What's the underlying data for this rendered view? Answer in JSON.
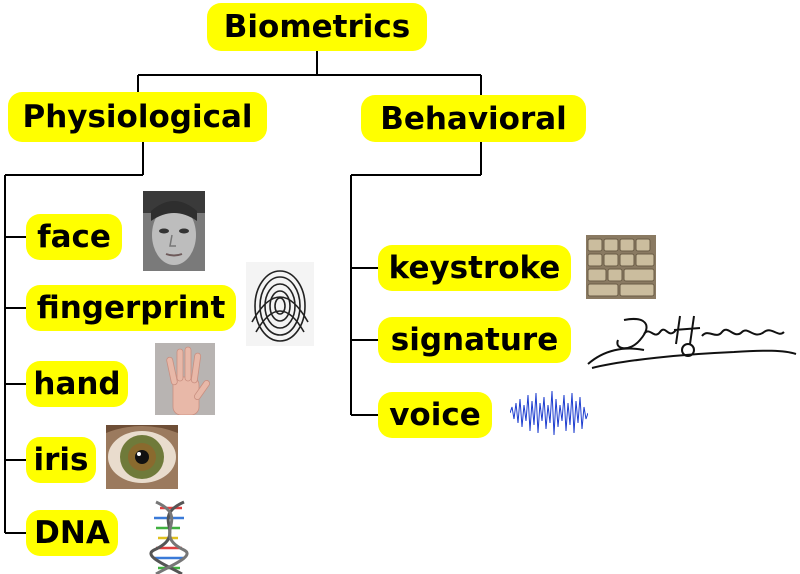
{
  "root": {
    "label": "Biometrics"
  },
  "categories": [
    {
      "label": "Physiological",
      "items": [
        "face",
        "fingerprint",
        "hand",
        "iris",
        "DNA"
      ]
    },
    {
      "label": "Behavioral",
      "items": [
        "keystroke",
        "signature",
        "voice"
      ]
    }
  ],
  "colors": {
    "box": "#ffff00",
    "line": "#000000"
  }
}
